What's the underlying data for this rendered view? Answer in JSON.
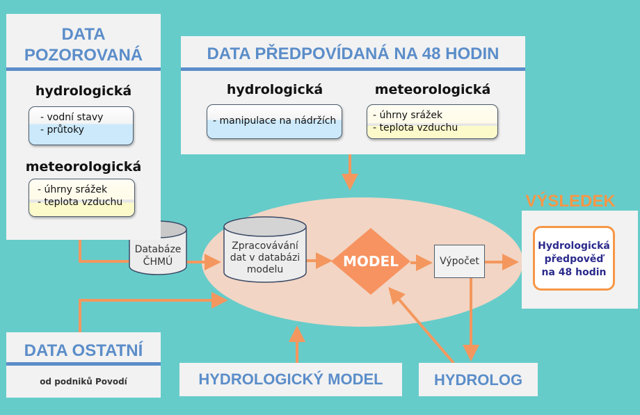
{
  "observed": {
    "title_line1": "DATA",
    "title_line2": "POZOROVANÁ",
    "hydro_heading": "hydrologická",
    "hydro_items": [
      "- vodní stavy",
      "- průtoky"
    ],
    "meteo_heading": "meteorologická",
    "meteo_items": [
      "- úhrny srážek",
      "- teplota vzduchu"
    ]
  },
  "forecast": {
    "title": "DATA PŘEDPOVÍDANÁ NA 48 HODIN",
    "hydro_heading": "hydrologická",
    "hydro_items": [
      "- manipulace na nádržích"
    ],
    "meteo_heading": "meteorologická",
    "meteo_items": [
      "- úhrny srážek",
      "- teplota vzduchu"
    ]
  },
  "database": {
    "line1": "Databáze",
    "line2": "ČHMÚ"
  },
  "processing": {
    "line1": "Zpracovávání",
    "line2": "dat v databázi",
    "line3": "modelu"
  },
  "model": "MODEL",
  "calculation": "Výpočet",
  "result": {
    "label": "VÝSLEDEK",
    "line1": "Hydrologická",
    "line2": "předpověď",
    "line3": "na 48 hodin"
  },
  "other": {
    "title": "DATA OSTATNÍ",
    "subtitle": "od podniků Povodí"
  },
  "hydro_model": "HYDROLOGICKÝ MODEL",
  "hydrologist": "HYDROLOG",
  "colors": {
    "background": "#66CCCA",
    "accent_blue": "#5B8DC9",
    "orange": "#F4975E",
    "ellipse": "#F2D5C4"
  }
}
